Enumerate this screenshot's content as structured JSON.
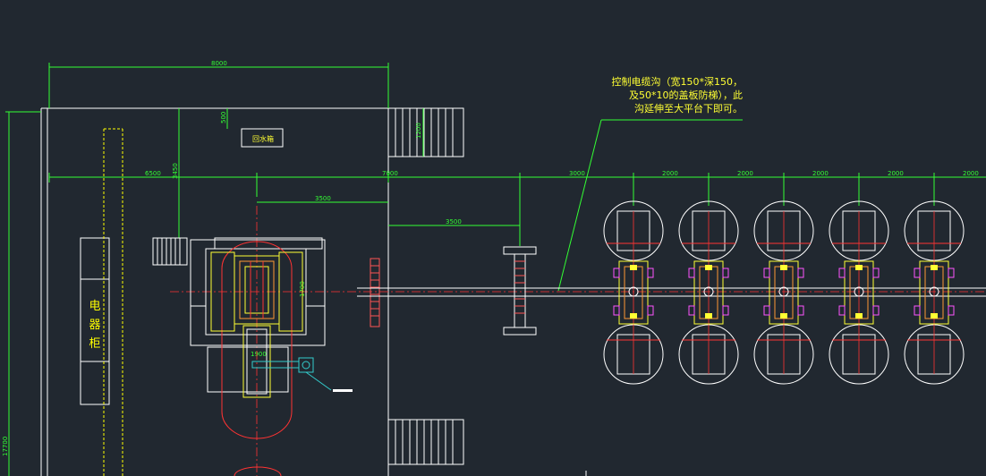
{
  "dimensions": {
    "overall": "8000",
    "left_offset": "6500",
    "center": "7000",
    "seg_3000": "3000",
    "pitch": "2000",
    "s3500a": "3500",
    "s3500b": "3500",
    "vertical_3450": "3450",
    "height_1200": "1200",
    "small_500": "500",
    "total_height": "17700",
    "width_1900": "1900",
    "tank_height": "1700"
  },
  "labels": {
    "top_box": "回水箱",
    "cabinet": [
      "电",
      "器",
      "柜"
    ]
  },
  "annotation": {
    "lines": [
      "控制电缆沟（宽150*深150，",
      "及50*10的盖板防梯），此",
      "沟延伸至大平台下即可。"
    ]
  },
  "colors": {
    "background": "#212830",
    "dimension": "#33ff33",
    "outline": "#ffffff",
    "centerline": "#ff3333",
    "text_yellow": "#ffff33",
    "accent_cyan": "#33cccc"
  }
}
